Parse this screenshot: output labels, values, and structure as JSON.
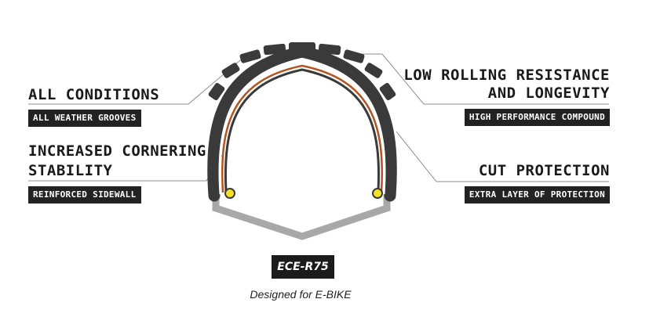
{
  "callouts": {
    "all_conditions": {
      "title": "ALL CONDITIONS",
      "tag": "ALL WEATHER GROOVES"
    },
    "cornering": {
      "title_line1": "INCREASED CORNERING",
      "title_line2": "STABILITY",
      "tag": "REINFORCED SIDEWALL"
    },
    "rolling": {
      "title_line1": "LOW ROLLING RESISTANCE",
      "title_line2": "AND LONGEVITY",
      "tag": "HIGH PERFORMANCE COMPOUND"
    },
    "cut": {
      "title": "CUT PROTECTION",
      "tag": "EXTRA LAYER OF PROTECTION"
    }
  },
  "certification": "ECE-R75",
  "designed_for": "Designed for E-BIKE",
  "colors": {
    "tread": "#3a3a3a",
    "protection_layer": "#b4531f",
    "bead": "#f2e22a",
    "rim": "#a8a8a8",
    "leader_line": "#8c8c8c",
    "tag_bg": "#222222"
  }
}
